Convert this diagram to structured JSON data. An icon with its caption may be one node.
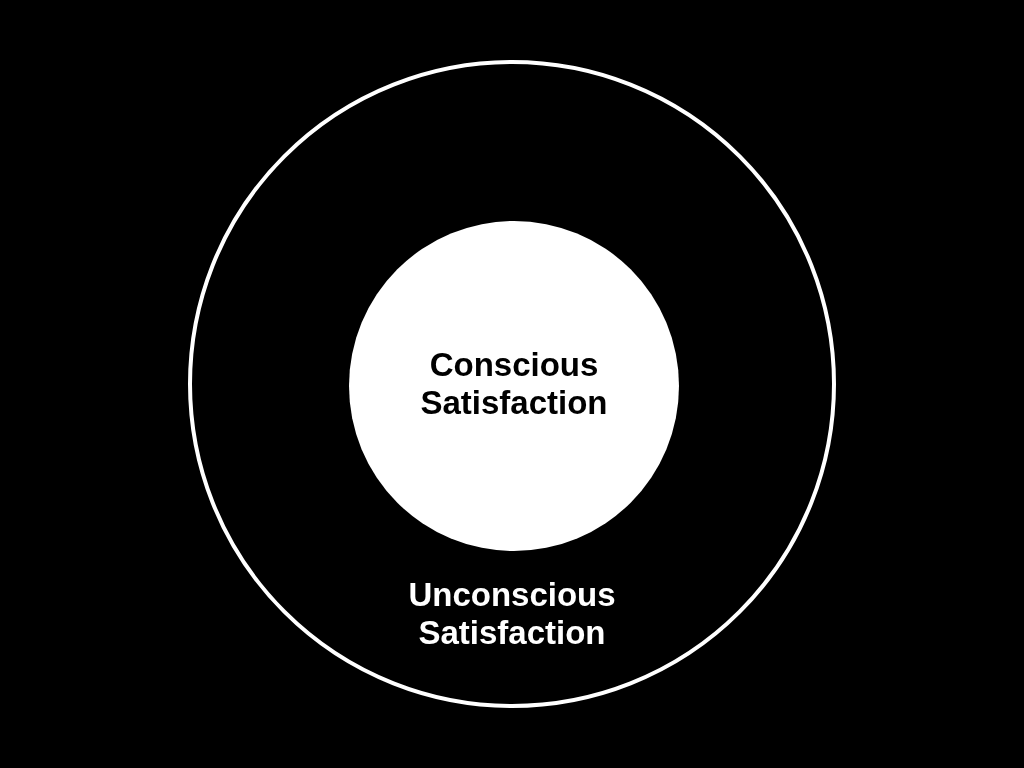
{
  "diagram": {
    "nodes": [
      {
        "text": [
          "Unconscious Satisfaction"
        ]
      },
      {
        "text": [
          "Conscious Satisfaction"
        ],
        "in": 0
      }
    ]
  }
}
